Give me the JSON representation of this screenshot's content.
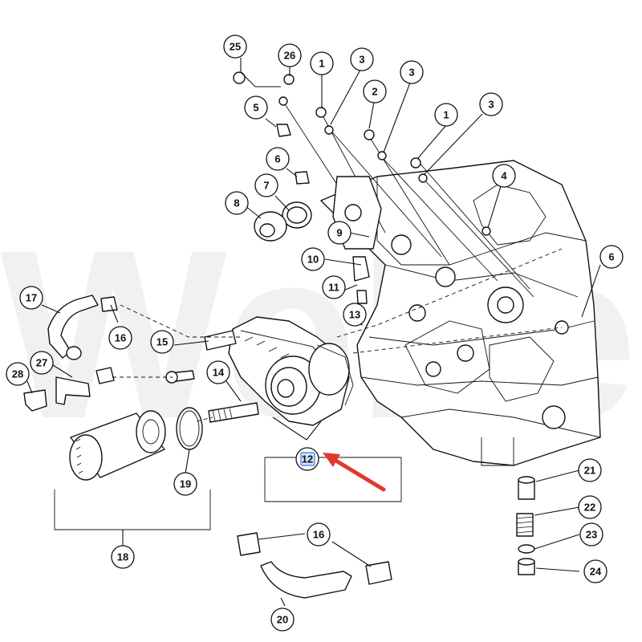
{
  "diagram": {
    "watermark": "Webe",
    "highlighted_label": "12",
    "accent_arrow_color": "#e03a2f",
    "highlight_color": "#cfe3ff",
    "callouts": [
      {
        "id": "c25",
        "label": "25"
      },
      {
        "id": "c26",
        "label": "26"
      },
      {
        "id": "c1a",
        "label": "1"
      },
      {
        "id": "c3a",
        "label": "3"
      },
      {
        "id": "c3b",
        "label": "3"
      },
      {
        "id": "c2",
        "label": "2"
      },
      {
        "id": "c1b",
        "label": "1"
      },
      {
        "id": "c3c",
        "label": "3"
      },
      {
        "id": "c5",
        "label": "5"
      },
      {
        "id": "c6a",
        "label": "6"
      },
      {
        "id": "c7",
        "label": "7"
      },
      {
        "id": "c8",
        "label": "8"
      },
      {
        "id": "c9",
        "label": "9"
      },
      {
        "id": "c4",
        "label": "4"
      },
      {
        "id": "c6b",
        "label": "6"
      },
      {
        "id": "c10",
        "label": "10"
      },
      {
        "id": "c11",
        "label": "11"
      },
      {
        "id": "c13",
        "label": "13"
      },
      {
        "id": "c17",
        "label": "17"
      },
      {
        "id": "c16a",
        "label": "16"
      },
      {
        "id": "c15",
        "label": "15"
      },
      {
        "id": "c14",
        "label": "14"
      },
      {
        "id": "c27",
        "label": "27"
      },
      {
        "id": "c28",
        "label": "28"
      },
      {
        "id": "c12",
        "label": "12"
      },
      {
        "id": "c19",
        "label": "19"
      },
      {
        "id": "c21",
        "label": "21"
      },
      {
        "id": "c22",
        "label": "22"
      },
      {
        "id": "c23",
        "label": "23"
      },
      {
        "id": "c24",
        "label": "24"
      },
      {
        "id": "c18",
        "label": "18"
      },
      {
        "id": "c16b",
        "label": "16"
      },
      {
        "id": "c20",
        "label": "20"
      }
    ]
  }
}
